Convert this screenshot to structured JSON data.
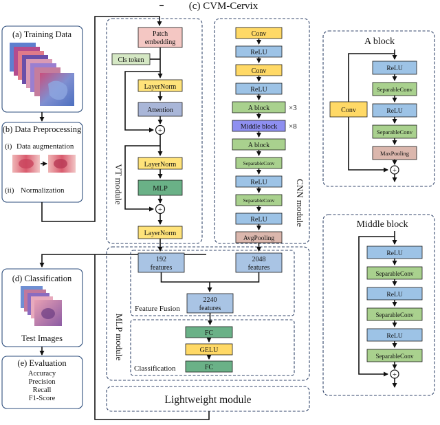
{
  "title": "(c) CVM-Cervix",
  "left": {
    "training_data": "(a) Training Data",
    "data_preprocessing": "(b) Data Preprocessing",
    "augmentation_index": "(i)",
    "augmentation_label": "Data augmentation",
    "normalization_index": "(ii)",
    "normalization_label": "Normalization",
    "classification": "(d) Classification",
    "test_images": "Test Images",
    "evaluation": "(e) Evaluation",
    "metrics": [
      "Accuracy",
      "Precision",
      "Recall",
      "F1-Score"
    ]
  },
  "vt_module": {
    "label": "VT module",
    "patch_embedding": [
      "Patch",
      "embedding"
    ],
    "cls_token": "Cls token",
    "layernorm": "LayerNorm",
    "attention": "Attention",
    "mlp": "MLP",
    "plus": "+"
  },
  "cnn_module": {
    "label": "CNN module",
    "blocks": [
      "Conv",
      "ReLU",
      "Conv",
      "ReLU",
      "A block",
      "Middle block",
      "A block",
      "SeparableConv",
      "ReLU",
      "SeparableConv",
      "ReLU",
      "AvgPooling"
    ],
    "a_block_repeat": "×3",
    "middle_block_repeat": "×8"
  },
  "mlp_module": {
    "label": "MLP module",
    "vt_features": [
      "192",
      "features"
    ],
    "cnn_features": [
      "2048",
      "features"
    ],
    "fused_features": [
      "2240",
      "features"
    ],
    "feature_fusion": "Feature Fusion",
    "classification": "Classification",
    "fc": "FC",
    "gelu": "GELU"
  },
  "lightweight_module": "Lightweight module",
  "a_block": {
    "title": "A block",
    "conv": "Conv",
    "layers": [
      "ReLU",
      "SeparableConv",
      "ReLU",
      "SeparableConv",
      "MaxPooling"
    ],
    "plus": "+"
  },
  "middle_block": {
    "title": "Middle block",
    "layers": [
      "ReLU",
      "SeparableConv",
      "ReLU",
      "SeparableConv",
      "ReLU",
      "SeparableConv"
    ],
    "plus": "+"
  },
  "colors": {
    "patch_embedding": "#f4c7c3",
    "cls_token": "#d5e8c4",
    "layernorm": "#ffe37a",
    "attention": "#a9b6d8",
    "mlp": "#6ab187",
    "conv": "#ffd966",
    "relu": "#9dc3e6",
    "green": "#a9d18e",
    "purple": "#8e8ff0",
    "maxpooling": "#dbb7ad",
    "avgpooling": "#dbb7ad",
    "features": "#a9c4e4",
    "panel_border": "#2e4e7c"
  }
}
